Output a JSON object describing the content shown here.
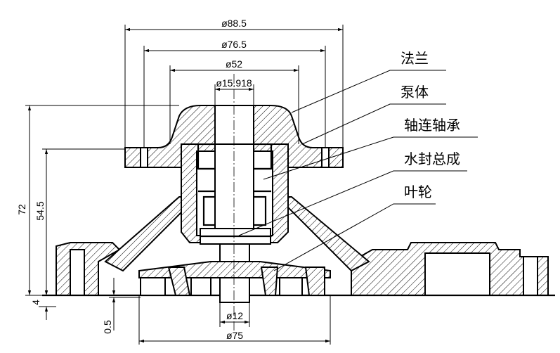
{
  "drawing": {
    "dimensions": {
      "d88_5": "ø88.5",
      "d76_5": "ø76.5",
      "d52": "ø52",
      "d15_918": "ø15.918",
      "d12": "ø12",
      "d75": "ø75",
      "h72": "72",
      "h54_5": "54.5",
      "h4": "4",
      "h0_5": "0.5"
    },
    "labels": {
      "flange": "法兰",
      "pump_body": "泵体",
      "bearing": "轴连轴承",
      "water_seal": "水封总成",
      "impeller": "叶轮"
    }
  }
}
